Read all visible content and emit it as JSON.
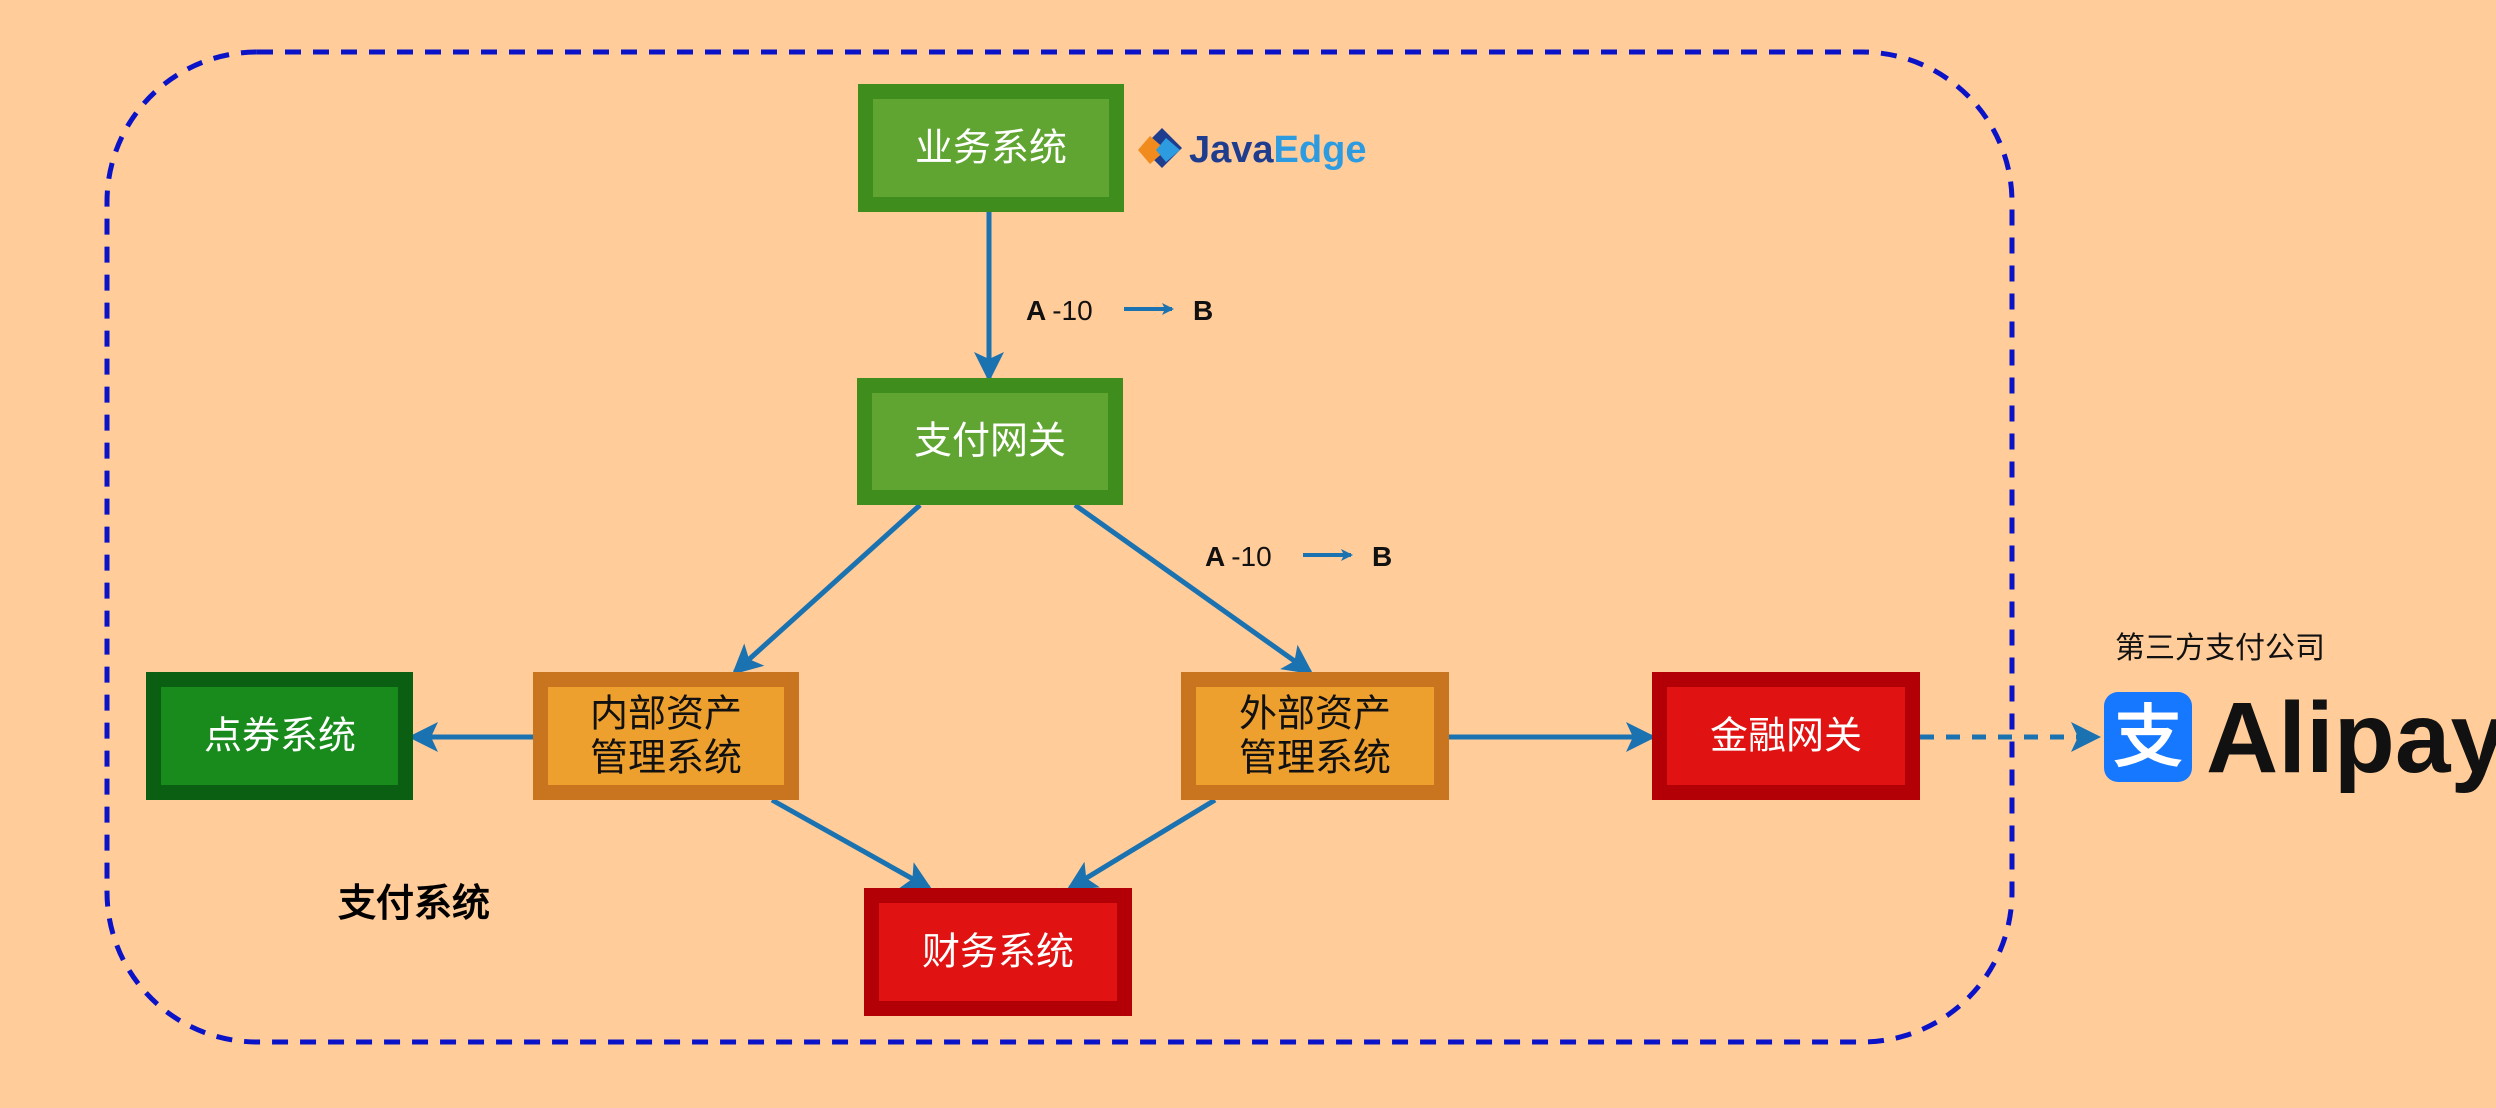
{
  "colors": {
    "background": "#ffcc9a",
    "boundary": "#0a13c8",
    "edge": "#1a72b0",
    "green_fill": "#60a532",
    "green_border": "#3e8d1d",
    "dark_green_fill": "#198a1c",
    "dark_green_border": "#0b5f12",
    "orange_fill": "#eea02f",
    "orange_border": "#c97520",
    "red_fill": "#e01212",
    "red_border": "#b20006",
    "alipay_blue": "#1677ff"
  },
  "region": {
    "label": "支付系统"
  },
  "nodes": {
    "business": {
      "label": "业务系统"
    },
    "payment_gateway": {
      "label": "支付网关"
    },
    "points": {
      "label": "点券系统"
    },
    "internal_asset": {
      "label_line1": "内部资产",
      "label_line2": "管理系统"
    },
    "external_asset": {
      "label_line1": "外部资产",
      "label_line2": "管理系统"
    },
    "finance_gateway": {
      "label": "金融网关"
    },
    "accounting": {
      "label": "财务系统"
    }
  },
  "edge_labels": [
    {
      "from": "A",
      "amount": "-10",
      "to": "B"
    },
    {
      "from": "A",
      "amount": "-10",
      "to": "B"
    }
  ],
  "third_party": {
    "label": "第三方支付公司",
    "brand": "Alipay",
    "icon_name": "alipay-icon",
    "icon_glyph": "支"
  },
  "watermark": {
    "word_java": "Java",
    "word_edge": "Edge",
    "icon_name": "javaedge-logo-icon"
  }
}
